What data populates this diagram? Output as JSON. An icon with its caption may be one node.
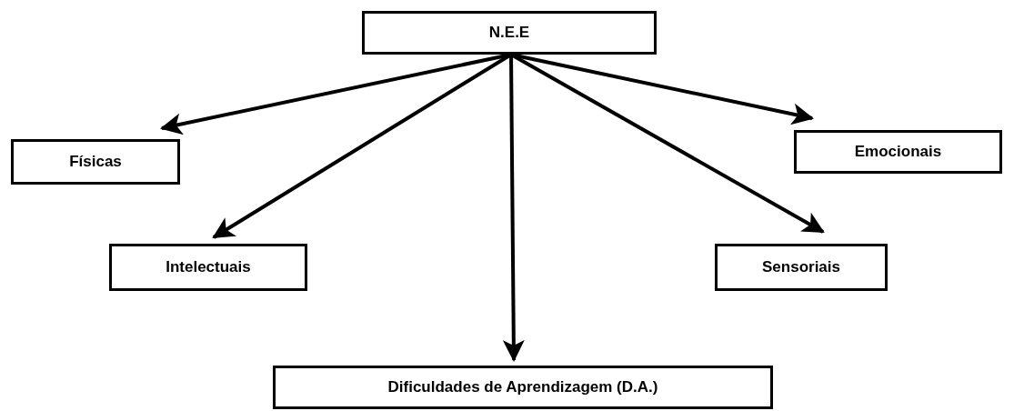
{
  "diagram": {
    "nodes": [
      {
        "text": [
          "N.E.E"
        ]
      },
      {
        "text": [
          "Físicas"
        ]
      },
      {
        "text": [
          "Emocionais"
        ]
      },
      {
        "text": [
          "Intelectuais"
        ]
      },
      {
        "text": [
          "Sensoriais"
        ]
      },
      {
        "text": [
          "Dificuldades de Aprendizagem (D.A.)"
        ]
      }
    ],
    "edges": [
      {
        "from": 0,
        "to": 1,
        "arrow": "to"
      },
      {
        "from": 0,
        "to": 2,
        "arrow": "to"
      },
      {
        "from": 0,
        "to": 3,
        "arrow": "to"
      },
      {
        "from": 0,
        "to": 4,
        "arrow": "to"
      },
      {
        "from": 0,
        "to": 5,
        "arrow": "to"
      }
    ]
  }
}
